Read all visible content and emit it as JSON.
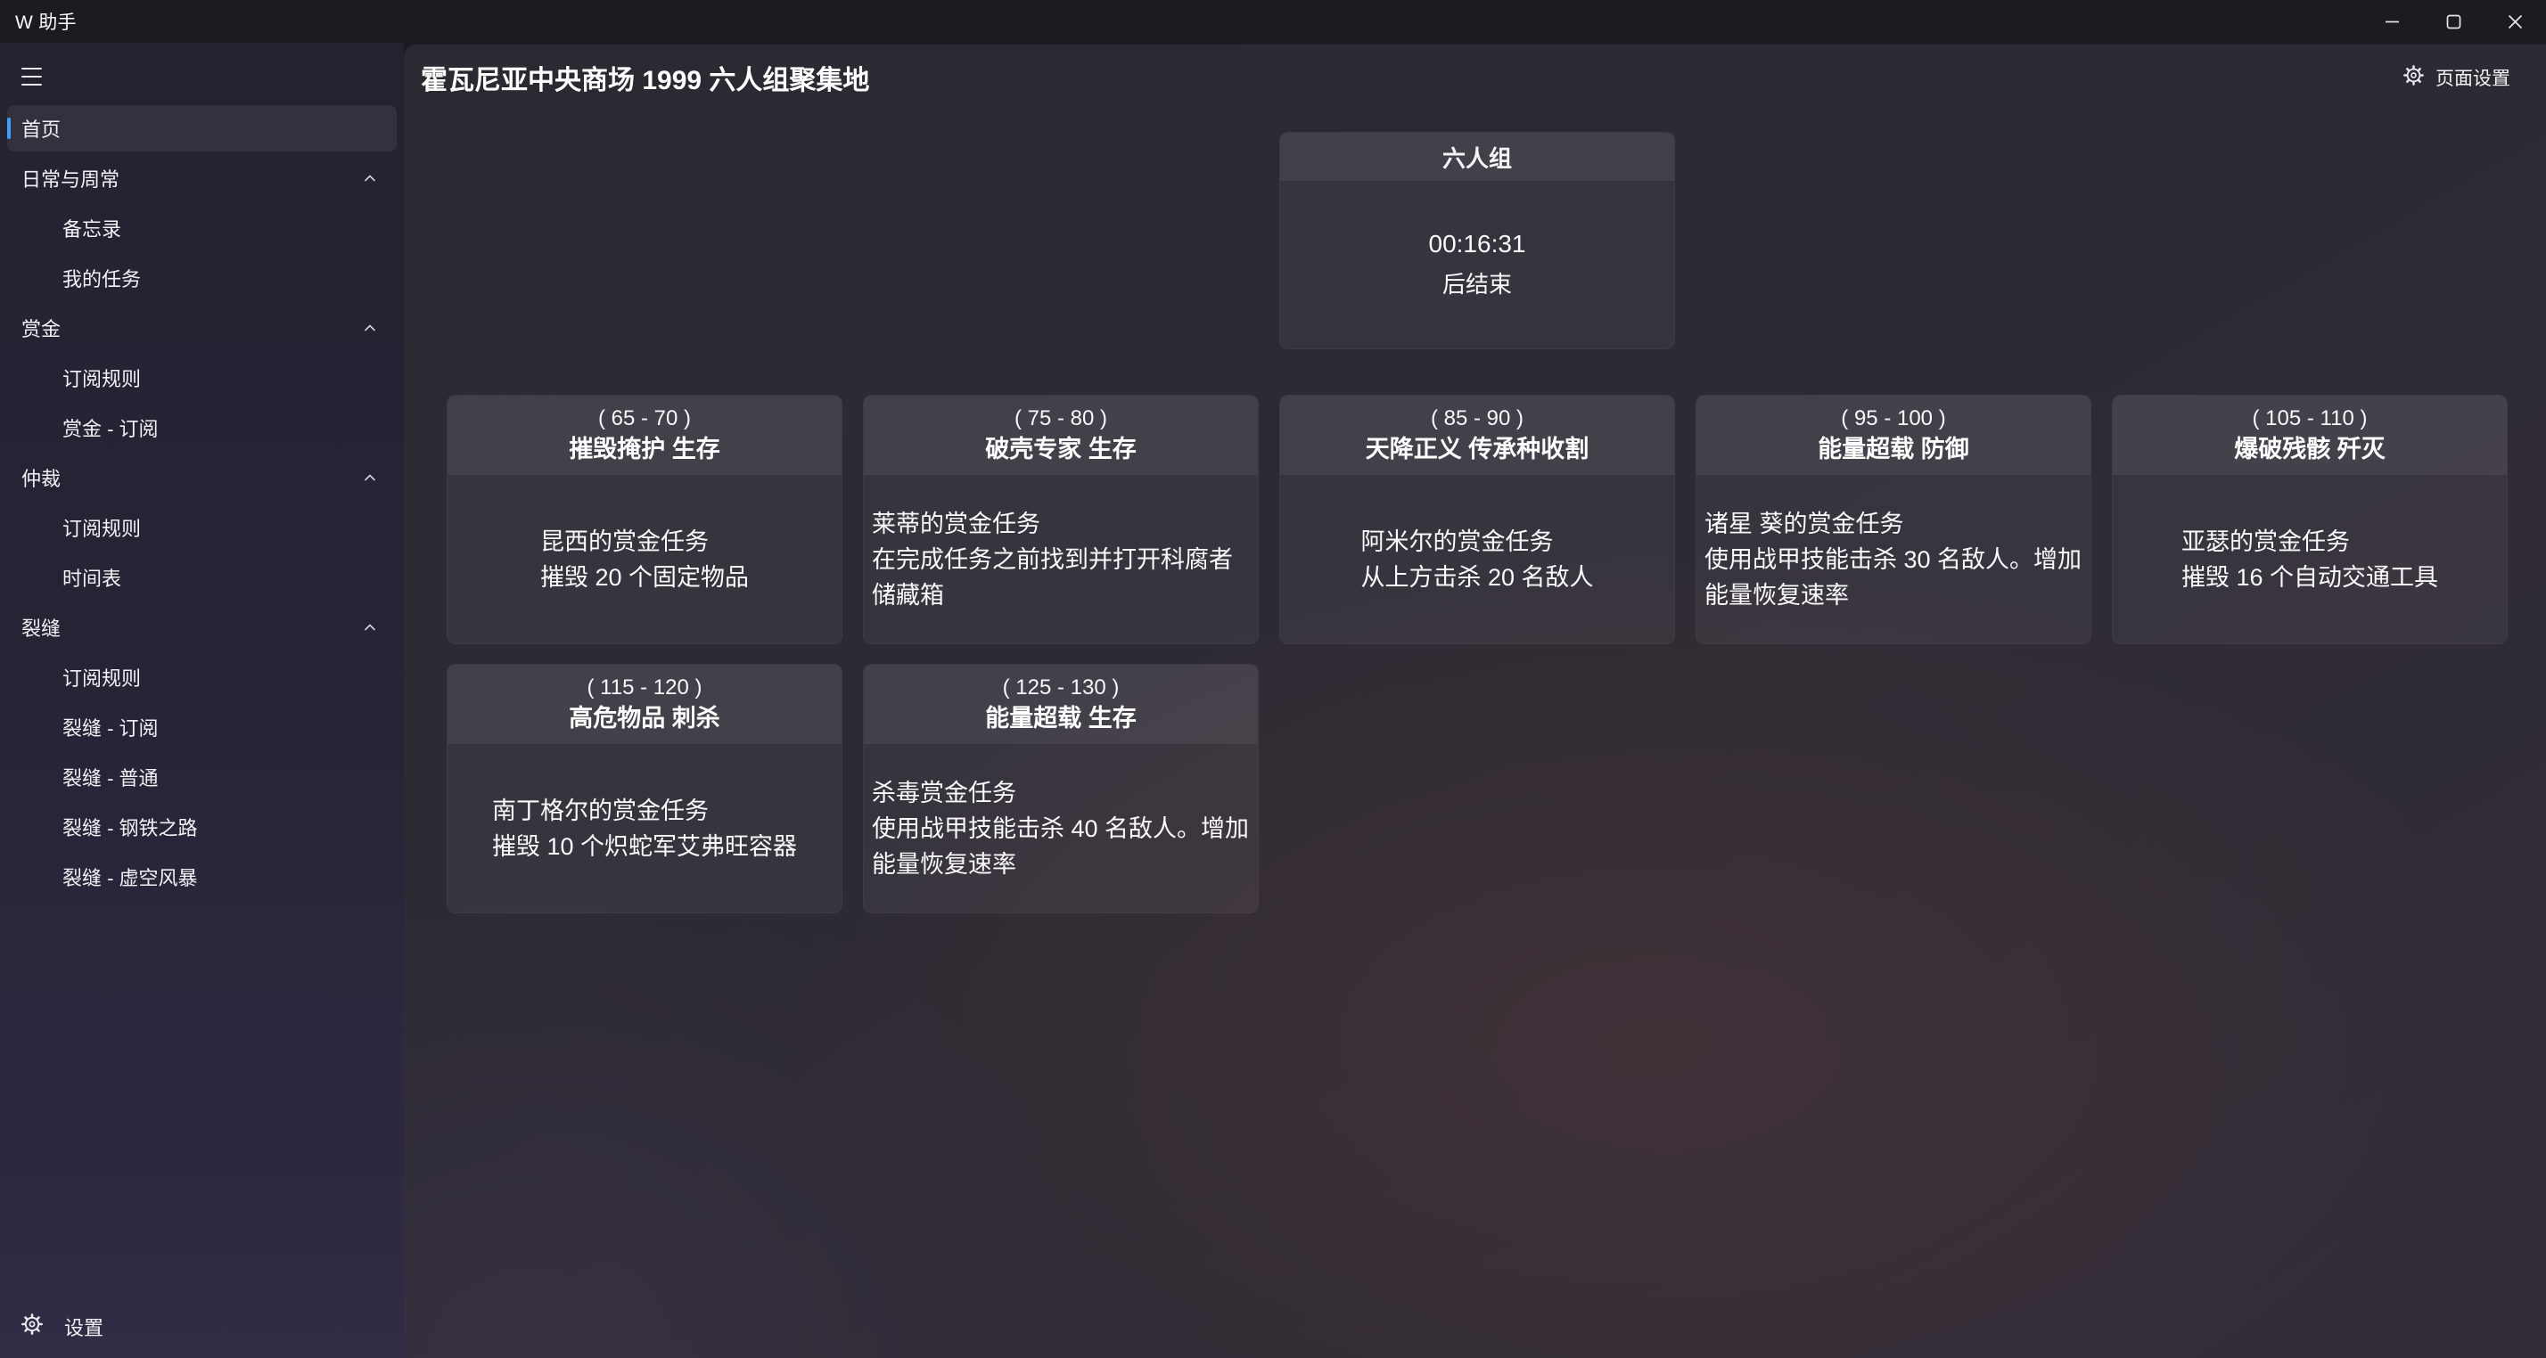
{
  "window": {
    "title": "W 助手"
  },
  "titlebar_icons": [
    "minimize-icon",
    "maximize-icon",
    "close-icon"
  ],
  "sidebar": {
    "menu_icon": "hamburger-menu-icon",
    "group_chevron_icon": "chevron-up-icon",
    "items": [
      {
        "label": "首页",
        "type": "item",
        "selected": true
      },
      {
        "label": "日常与周常",
        "type": "group"
      },
      {
        "label": "备忘录",
        "type": "sub"
      },
      {
        "label": "我的任务",
        "type": "sub"
      },
      {
        "label": "赏金",
        "type": "group"
      },
      {
        "label": "订阅规则",
        "type": "sub"
      },
      {
        "label": "赏金 - 订阅",
        "type": "sub"
      },
      {
        "label": "仲裁",
        "type": "group"
      },
      {
        "label": "订阅规则",
        "type": "sub"
      },
      {
        "label": "时间表",
        "type": "sub"
      },
      {
        "label": "裂缝",
        "type": "group"
      },
      {
        "label": "订阅规则",
        "type": "sub"
      },
      {
        "label": "裂缝 - 订阅",
        "type": "sub"
      },
      {
        "label": "裂缝 - 普通",
        "type": "sub"
      },
      {
        "label": "裂缝 - 钢铁之路",
        "type": "sub"
      },
      {
        "label": "裂缝 - 虚空风暴",
        "type": "sub"
      }
    ],
    "footer": {
      "icon": "gear-icon",
      "label": "设置"
    }
  },
  "header": {
    "title": "霍瓦尼亚中央商场 1999 六人组聚集地",
    "page_settings": {
      "icon": "gear-icon",
      "label": "页面设置"
    }
  },
  "timer_card": {
    "title": "六人组",
    "countdown": "00:16:31",
    "suffix": "后结束"
  },
  "bounty_cards": [
    {
      "range": "( 65 - 70 )",
      "name": "摧毁掩护 生存",
      "giver": "昆西的赏金任务",
      "desc": "摧毁 20 个固定物品"
    },
    {
      "range": "( 75 - 80 )",
      "name": "破壳专家 生存",
      "giver": "莱蒂的赏金任务",
      "desc": "在完成任务之前找到并打开科腐者储藏箱"
    },
    {
      "range": "( 85 - 90 )",
      "name": "天降正义 传承种收割",
      "giver": "阿米尔的赏金任务",
      "desc": "从上方击杀 20 名敌人"
    },
    {
      "range": "( 95 - 100 )",
      "name": "能量超载 防御",
      "giver": "诸星 葵的赏金任务",
      "desc": "使用战甲技能击杀 30 名敌人。增加能量恢复速率"
    },
    {
      "range": "( 105 - 110 )",
      "name": "爆破残骸 歼灭",
      "giver": "亚瑟的赏金任务",
      "desc": "摧毁 16 个自动交通工具"
    },
    {
      "range": "( 115 - 120 )",
      "name": "高危物品 刺杀",
      "giver": "南丁格尔的赏金任务",
      "desc": "摧毁 10 个炽蛇军艾弗旺容器"
    },
    {
      "range": "( 125 - 130 )",
      "name": "能量超载 生存",
      "giver": "杀毒赏金任务",
      "desc": "使用战甲技能击杀 40 名敌人。增加能量恢复速率"
    }
  ],
  "colors": {
    "accent": "#3da0f2",
    "titlebar_bg": "#1d1a21",
    "sidebar_bg": "#272335",
    "panel_bg": "#2d2a33",
    "card_header_bg": "#454049",
    "card_body_bg": "#3a3640"
  }
}
